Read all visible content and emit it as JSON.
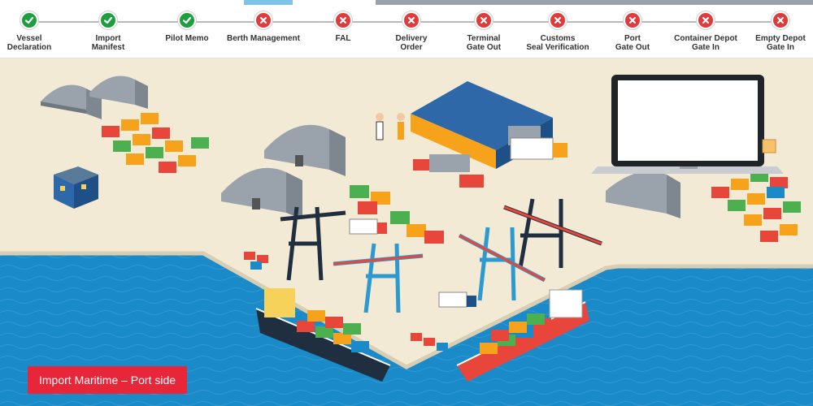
{
  "process": {
    "steps": [
      {
        "label": "Vessel\nDeclaration",
        "status": "done"
      },
      {
        "label": "Import\nManifest",
        "status": "done"
      },
      {
        "label": "Pilot Memo",
        "status": "done"
      },
      {
        "label": "Berth Management",
        "status": "pending"
      },
      {
        "label": "FAL",
        "status": "pending"
      },
      {
        "label": "Delivery\nOrder",
        "status": "pending"
      },
      {
        "label": "Terminal\nGate Out",
        "status": "pending"
      },
      {
        "label": "Customs\nSeal Verification",
        "status": "pending"
      },
      {
        "label": "Port\nGate Out",
        "status": "pending"
      },
      {
        "label": "Container Depot\nGate In",
        "status": "pending"
      },
      {
        "label": "Empty Depot\nGate In",
        "status": "pending"
      }
    ]
  },
  "caption": {
    "text": "Import Maritime – Port side"
  },
  "colors": {
    "done": "#1e9e3e",
    "pending": "#e03a3a",
    "ground": "#f3ead6",
    "water": "#1a8ac8",
    "caption_bg": "#e8263a"
  }
}
